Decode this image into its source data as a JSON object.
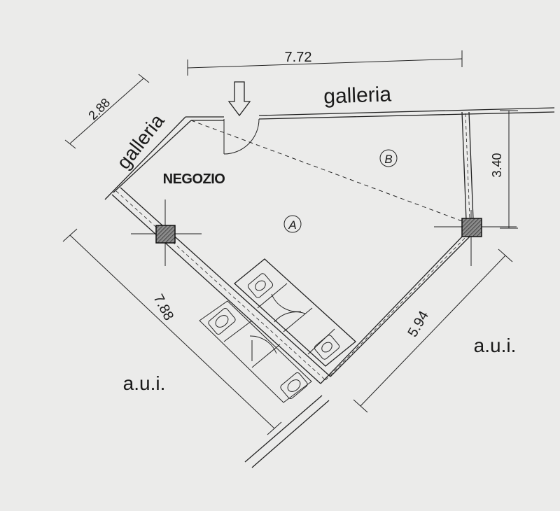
{
  "plan": {
    "dimensions": {
      "top": "7.72",
      "left_short": "2.88",
      "right_vertical": "3.40",
      "lower_left": "7.88",
      "lower_right": "5.94"
    },
    "labels": {
      "corridor_top": "galleria",
      "corridor_left": "galleria",
      "shop": "NEGOZIO",
      "zone_a": "A",
      "zone_b": "B",
      "other_left": "a.u.i.",
      "other_right": "a.u.i."
    },
    "colors": {
      "paper": "#ebebea",
      "ink": "#222222",
      "column_fill": "#555555"
    }
  }
}
